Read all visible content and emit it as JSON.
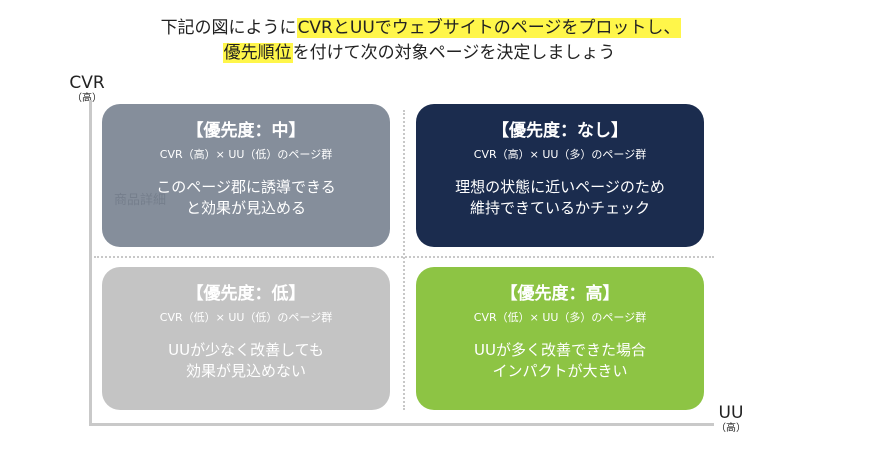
{
  "header": {
    "line1_prefix": "下記の図にように",
    "line1_highlight": "CVRとUUでウェブサイトのページをプロットし、",
    "line2_highlight": "優先順位",
    "line2_suffix": "を付けて次の対象ページを決定しましょう"
  },
  "axes": {
    "y_label": "CVR",
    "y_sub": "（高）",
    "x_label": "UU",
    "x_sub": "（高）"
  },
  "quadrants": {
    "top_left": {
      "heading": "【優先度：中】",
      "sub": "CVR（高）× UU（低）のページ群",
      "body_line1": "このページ郡に誘導できる",
      "body_line2": "と効果が見込める",
      "ghost_text": "商品詳細",
      "color": "#858e9b"
    },
    "top_right": {
      "heading": "【優先度：なし】",
      "sub": "CVR（高）× UU（多）のページ群",
      "body_line1": "理想の状態に近いページのため",
      "body_line2": "維持できているかチェック",
      "color": "#1b2c4e"
    },
    "bottom_left": {
      "heading": "【優先度：低】",
      "sub": "CVR（低）× UU（低）のページ群",
      "body_line1": "UUが少なく改善しても",
      "body_line2": "効果が見込めない",
      "color": "#c4c4c4"
    },
    "bottom_right": {
      "heading": "【優先度：高】",
      "sub": "CVR（低）× UU（多）のページ群",
      "body_line1": "UUが多く改善できた場合",
      "body_line2": "インパクトが大きい",
      "color": "#8dc444"
    }
  },
  "colors": {
    "highlight": "#fff64a",
    "axis": "#c9c9c9"
  }
}
